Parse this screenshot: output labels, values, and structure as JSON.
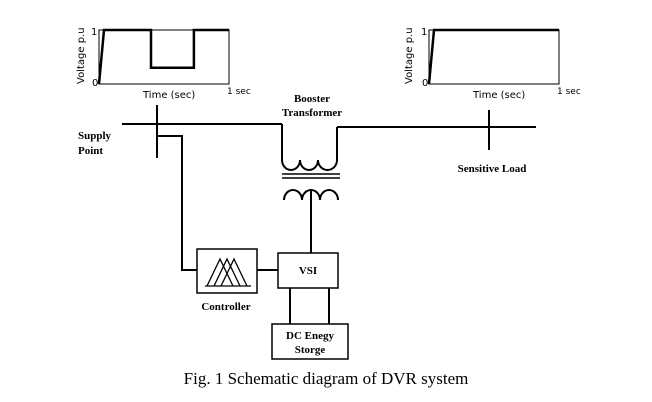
{
  "waveform_left": {
    "ylabel": "Voltage p.u",
    "xlabel": "Time (sec)",
    "y_top_label": "1",
    "y_bottom_label": "0",
    "x_end_label": "1 sec",
    "description": "voltage sag",
    "sag_level_pu": 0.3,
    "sag_start_fraction": 0.4,
    "sag_end_fraction": 0.73
  },
  "waveform_right": {
    "ylabel": "Voltage p.u",
    "xlabel": "Time (sec)",
    "y_top_label": "1",
    "y_bottom_label": "0",
    "x_end_label": "1 sec",
    "description": "compensated voltage"
  },
  "labels": {
    "supply_point_line1": "Supply",
    "supply_point_line2": "Point",
    "booster_line1": "Booster",
    "booster_line2": "Transformer",
    "sensitive_load": "Sensitive Load",
    "controller": "Controller",
    "vsi": "VSI",
    "dc_storage_line1": "DC Enegy",
    "dc_storage_line2": "Storge"
  },
  "caption": "Fig. 1 Schematic diagram of DVR system"
}
